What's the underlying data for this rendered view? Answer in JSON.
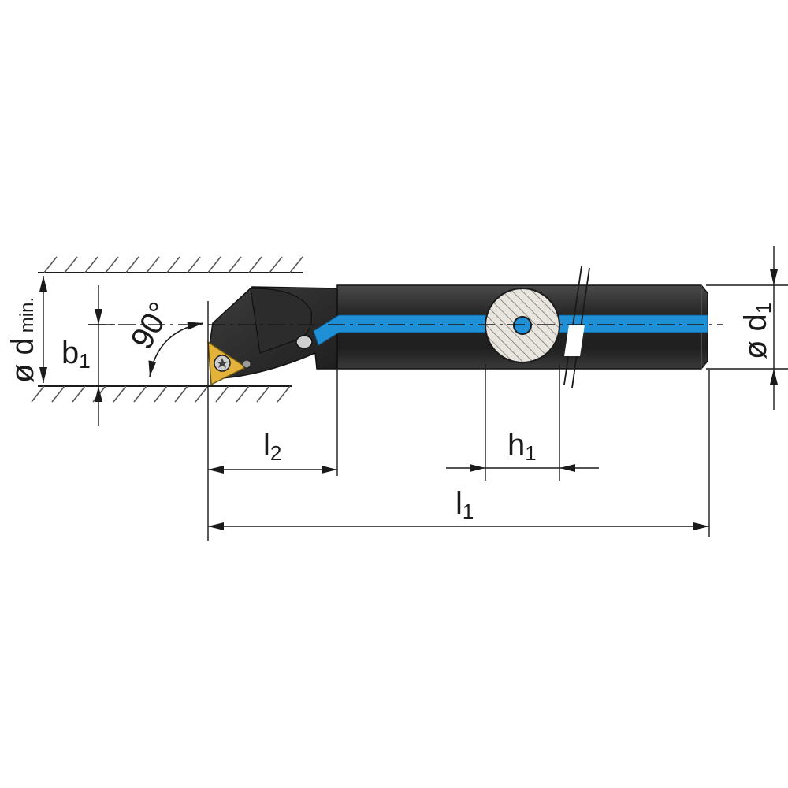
{
  "labels": {
    "d_min": {
      "main": "ø d",
      "suffix": "min."
    },
    "b1": {
      "main": "b",
      "sub": "1"
    },
    "angle": "90°",
    "l2": {
      "main": "l",
      "sub": "2"
    },
    "h1": {
      "main": "h",
      "sub": "1"
    },
    "l1": {
      "main": "l",
      "sub": "1"
    },
    "d1": {
      "main": "ø d",
      "sub": "1"
    }
  },
  "colors": {
    "body": "#2b2b2b",
    "coolant": "#1f8fd6",
    "insert": "#e2b23a",
    "section": "#e6e2dc",
    "line": "#1a1a1a"
  }
}
